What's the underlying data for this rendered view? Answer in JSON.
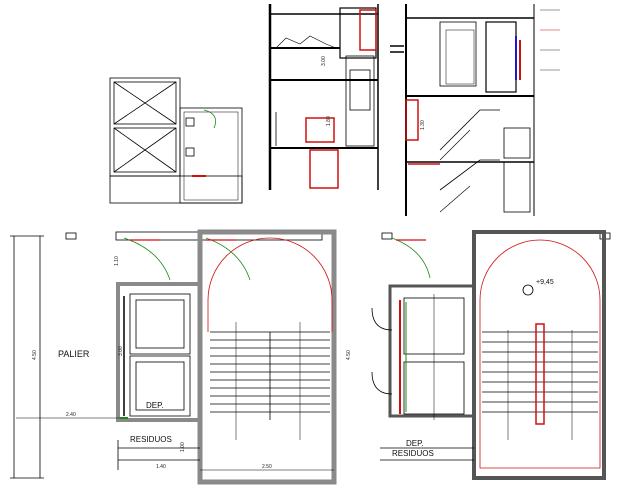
{
  "labels": {
    "palier": "PALIER",
    "dep_residuos_left_1": "DEP.",
    "dep_residuos_left_2": "RESIDUOS",
    "dep_residuos_right_1": "DEP.",
    "dep_residuos_right_2": "RESIDUOS",
    "level_mark": "+9,45"
  },
  "dimensions": {
    "left_total_height": "4.50",
    "left_width": "2.40",
    "stair_width": "2.50",
    "corridor_small": "1.40",
    "small_1": "1.10",
    "small_2": "1.00",
    "lift_height": "3.00",
    "right_total_height": "4.50",
    "section_h1": "3.00",
    "section_h2": "1.80",
    "section_h3": "1.30"
  },
  "colors": {
    "line": "#000000",
    "wall_gray": "#8a8a8a",
    "accent_red": "#d01010",
    "accent_green": "#1a8a1a",
    "accent_blue": "#1a1acc",
    "hatch": "#555555"
  }
}
